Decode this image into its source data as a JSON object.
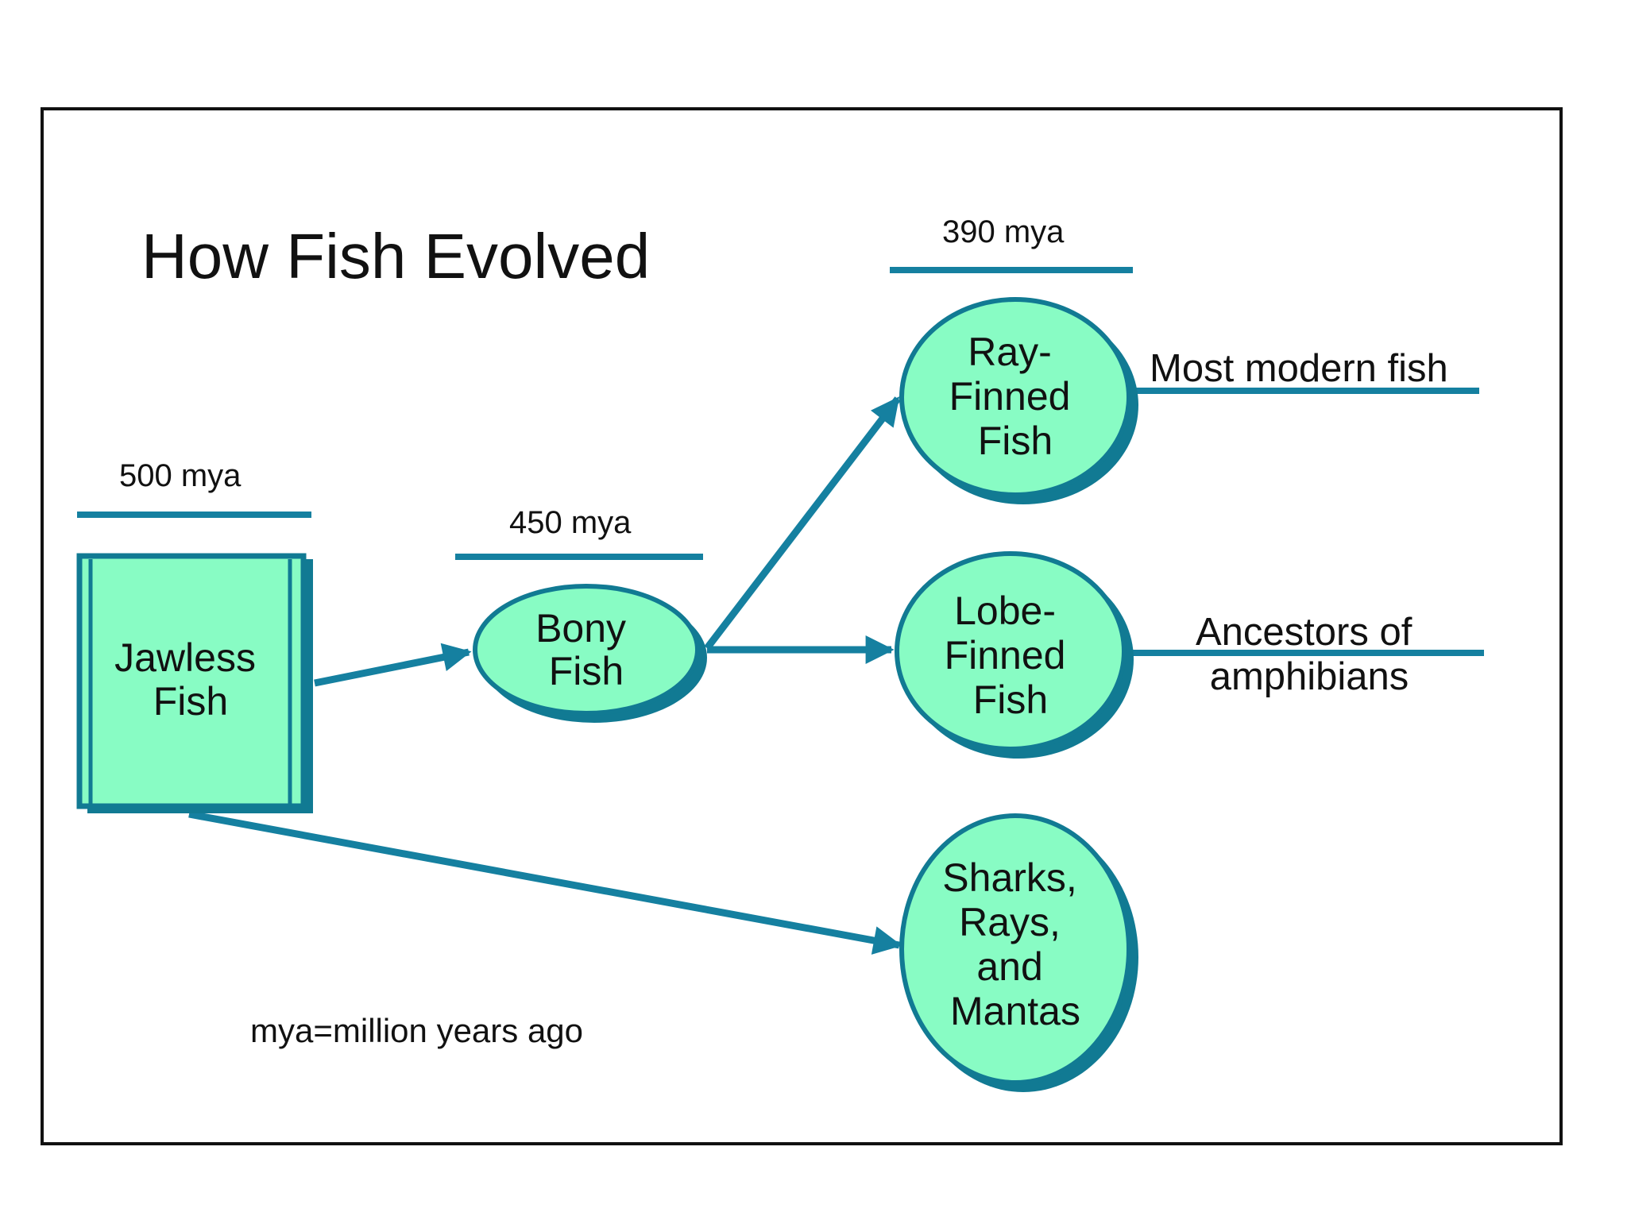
{
  "title": "How Fish Evolved",
  "eras": {
    "mya500": "500 mya",
    "mya450": "450 mya",
    "mya390": "390 mya"
  },
  "nodes": {
    "jawless": [
      "Jawless",
      "Fish"
    ],
    "bony": [
      "Bony",
      "Fish"
    ],
    "ray": [
      "Ray-",
      "Finned",
      "Fish"
    ],
    "lobe": [
      "Lobe-",
      "Finned",
      "Fish"
    ],
    "sharks": [
      "Sharks,",
      "Rays,",
      "and",
      "Mantas"
    ]
  },
  "notes": {
    "ray": "Most modern fish",
    "lobe": [
      "Ancestors of",
      "amphibians"
    ]
  },
  "footnote": "mya=million years ago",
  "colors": {
    "node_fill": "#88fcc4",
    "node_shadow": "#117a93",
    "line": "#1580a0",
    "frame": "#111111",
    "text": "#111111"
  }
}
